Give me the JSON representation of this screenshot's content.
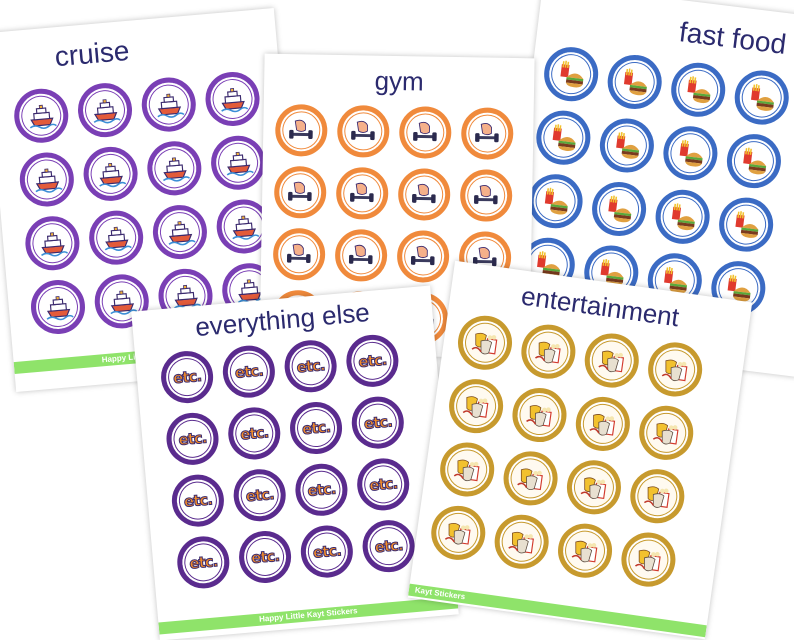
{
  "sheets": {
    "cruise": {
      "title": "cruise",
      "footer": "Happy Li"
    },
    "gym": {
      "title": "gym"
    },
    "fast_food": {
      "title": "fast food"
    },
    "everything_else": {
      "title": "everything else",
      "footer": "Happy Little Kayt Stickers",
      "sticker_text": "etc."
    },
    "entertainment": {
      "title": "entertainment",
      "footer": "Kayt Stickers"
    }
  },
  "colors": {
    "title": "#2b2a6e",
    "cruise_ring": "#7a3fb5",
    "gym_ring": "#f08a3c",
    "fastfood_ring": "#3b6bc4",
    "etc_ring": "#5a2b8e",
    "entertainment_ring": "#c79a2e",
    "footer": "#8fe36a"
  },
  "icons": {
    "cruise": "cruise-ship-icon",
    "gym": "flexed-arm-dumbbell-icon",
    "fast_food": "burger-fries-icon",
    "everything_else": "etc-text-icon",
    "entertainment": "theater-masks-popcorn-icon"
  }
}
